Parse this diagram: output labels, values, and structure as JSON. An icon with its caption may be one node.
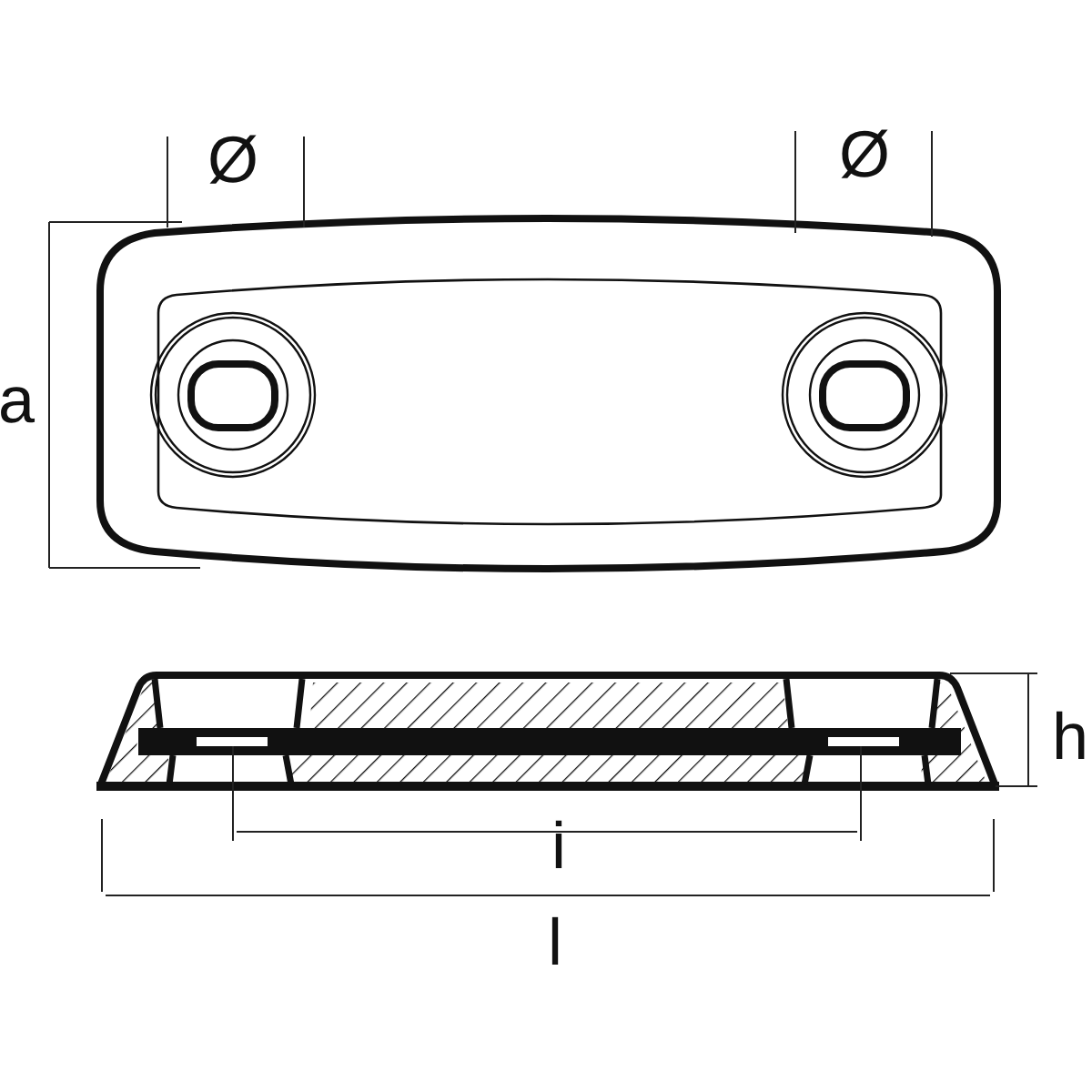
{
  "diagram": {
    "labels": [
      "Ø",
      "Ø",
      "a",
      "h",
      "i",
      "l"
    ]
  }
}
